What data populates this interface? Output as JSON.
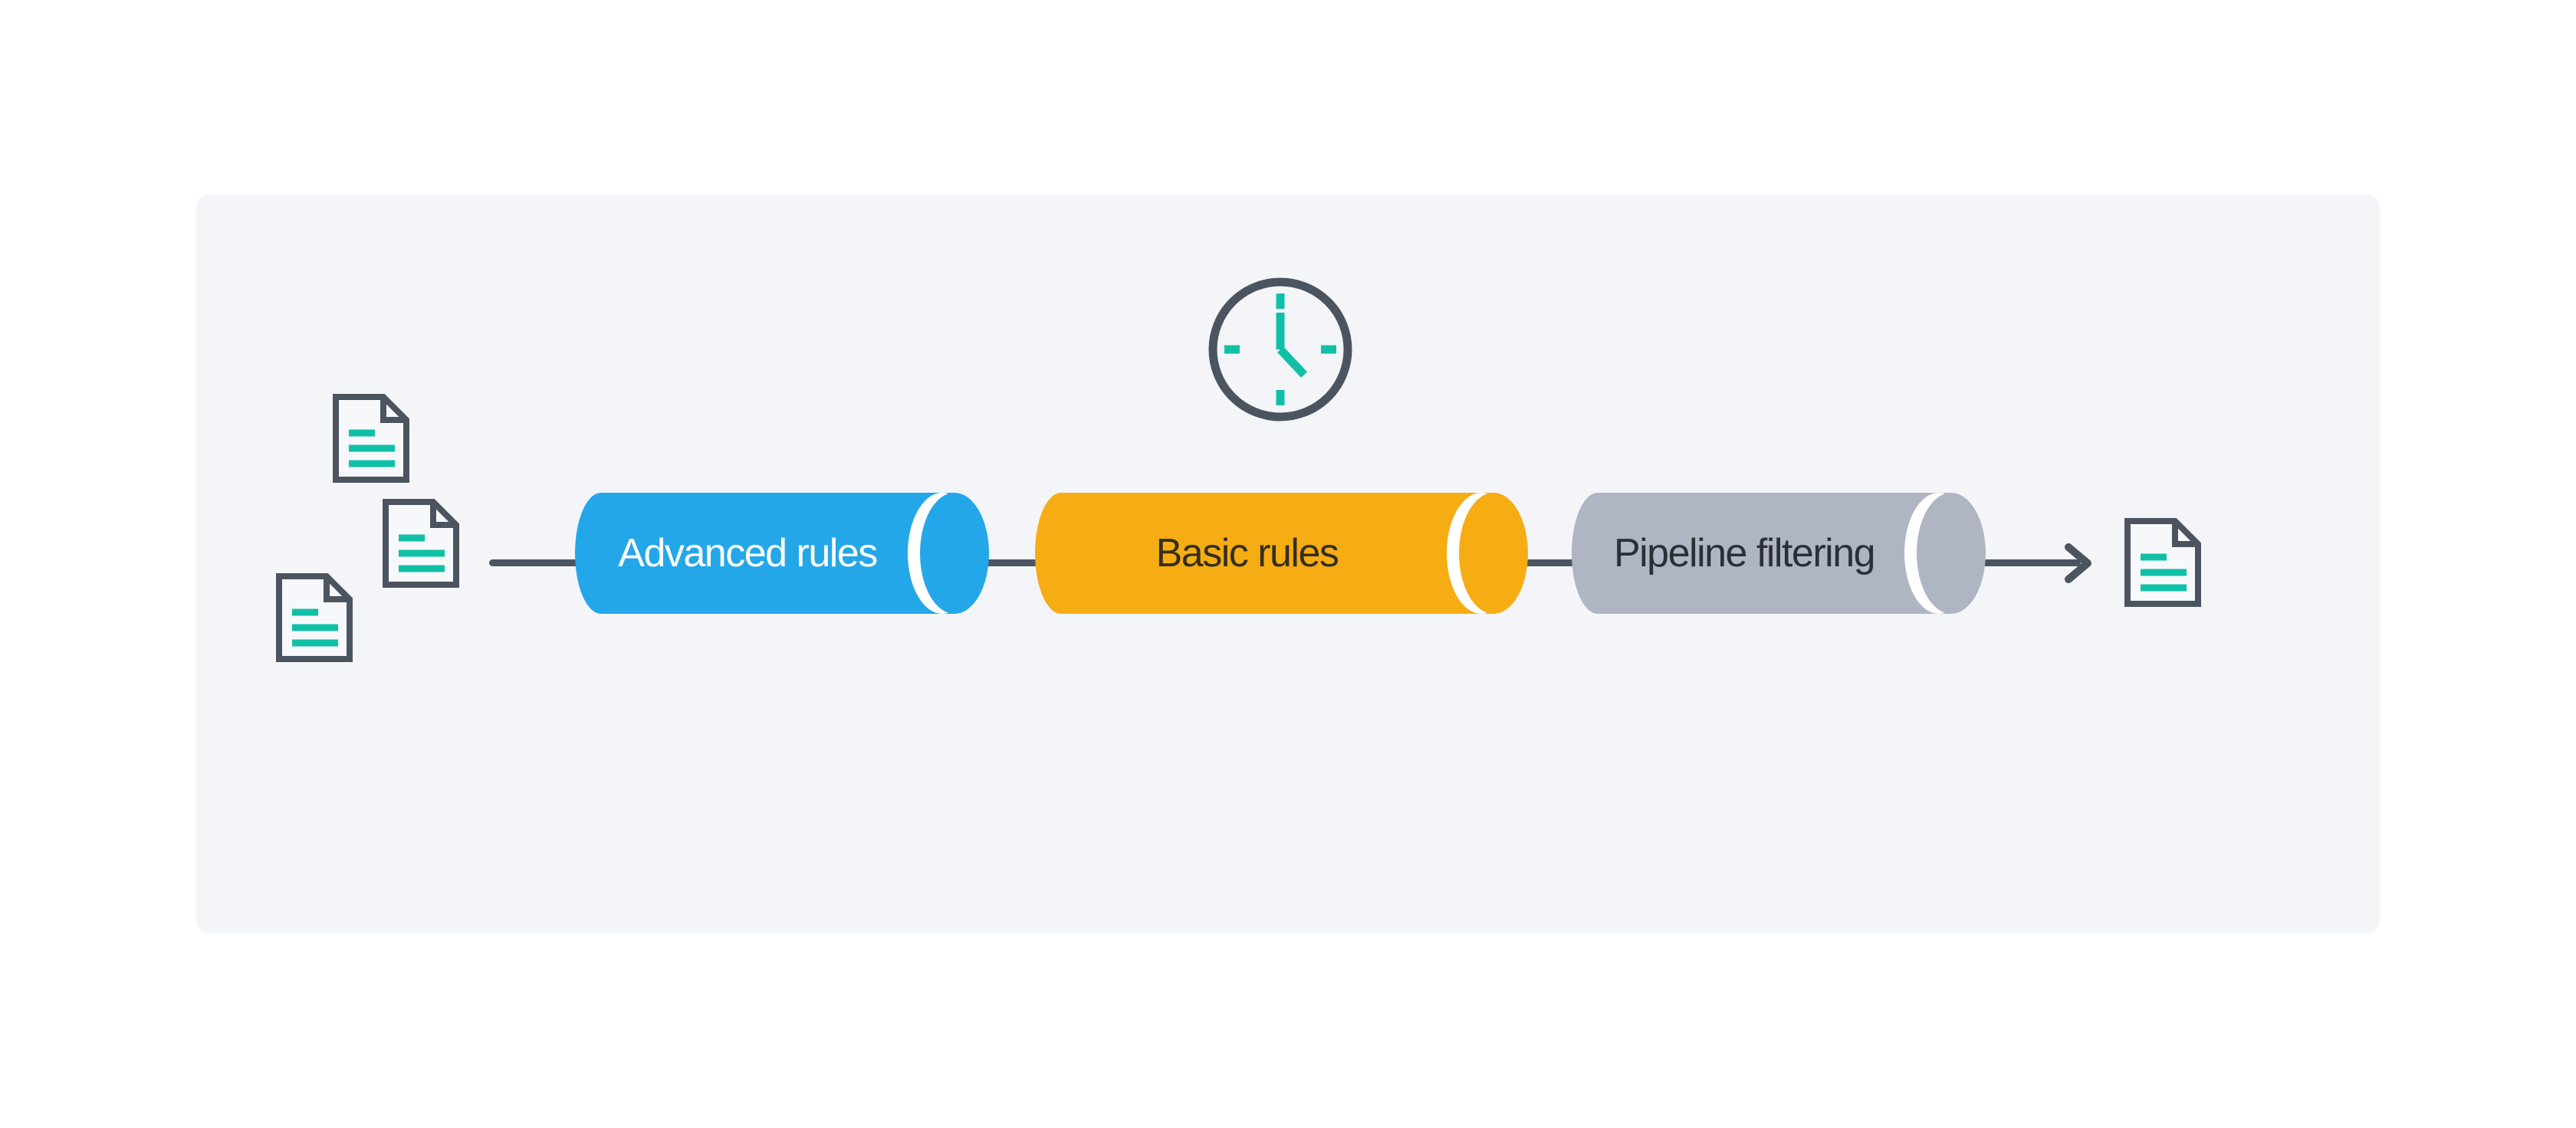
{
  "page": {
    "background": "#ffffff",
    "description": "Rules pipeline diagram"
  },
  "colors": {
    "panel_background": "#f4f5f9",
    "outline": "#4c5460",
    "line": "#4c5460",
    "teal": "#10c0a6",
    "doc_fill": "#f7f8fb",
    "gap_white": "#ffffff"
  },
  "diagram": {
    "input_documents": [
      {
        "icon": "document-icon"
      },
      {
        "icon": "document-icon"
      },
      {
        "icon": "document-icon"
      }
    ],
    "clock": {
      "icon": "clock-icon"
    },
    "stages": [
      {
        "id": "advanced-rules",
        "label": "Advanced rules",
        "fill": "#24a7e8",
        "label_color": "#ffffff"
      },
      {
        "id": "basic-rules",
        "label": "Basic rules",
        "fill": "#f6ad14",
        "label_color": "#352f1d"
      },
      {
        "id": "pipeline-filtering",
        "label": "Pipeline filtering",
        "fill": "#afb5c3",
        "label_color": "#2b2f36"
      }
    ],
    "arrow": {
      "icon": "arrow-right-icon"
    },
    "output_document": {
      "icon": "document-icon"
    }
  }
}
